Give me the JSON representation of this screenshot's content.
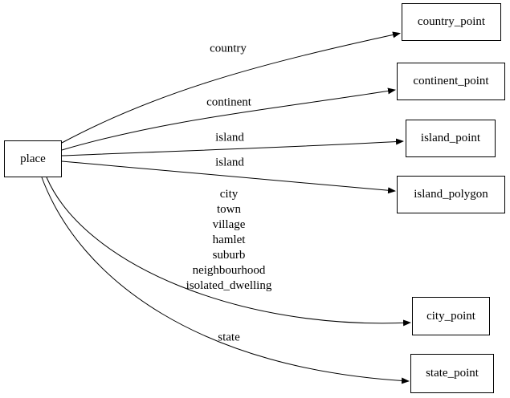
{
  "diagram": {
    "background_color": "#ffffff",
    "stroke_color": "#000000",
    "text_color": "#000000",
    "nodes": [
      {
        "id": "place",
        "label": "place"
      },
      {
        "id": "country_point",
        "label": "country_point"
      },
      {
        "id": "continent_point",
        "label": "continent_point"
      },
      {
        "id": "island_point",
        "label": "island_point"
      },
      {
        "id": "island_polygon",
        "label": "island_polygon"
      },
      {
        "id": "city_point",
        "label": "city_point"
      },
      {
        "id": "state_point",
        "label": "state_point"
      }
    ],
    "edges": [
      {
        "from": "place",
        "to": "country_point",
        "label": "country"
      },
      {
        "from": "place",
        "to": "continent_point",
        "label": "continent"
      },
      {
        "from": "place",
        "to": "island_point",
        "label": "island"
      },
      {
        "from": "place",
        "to": "island_polygon",
        "label": "island"
      },
      {
        "from": "place",
        "to": "city_point",
        "label_lines": [
          "city",
          "town",
          "village",
          "hamlet",
          "suburb",
          "neighbourhood",
          "isolated_dwelling"
        ]
      },
      {
        "from": "place",
        "to": "state_point",
        "label": "state"
      }
    ]
  }
}
